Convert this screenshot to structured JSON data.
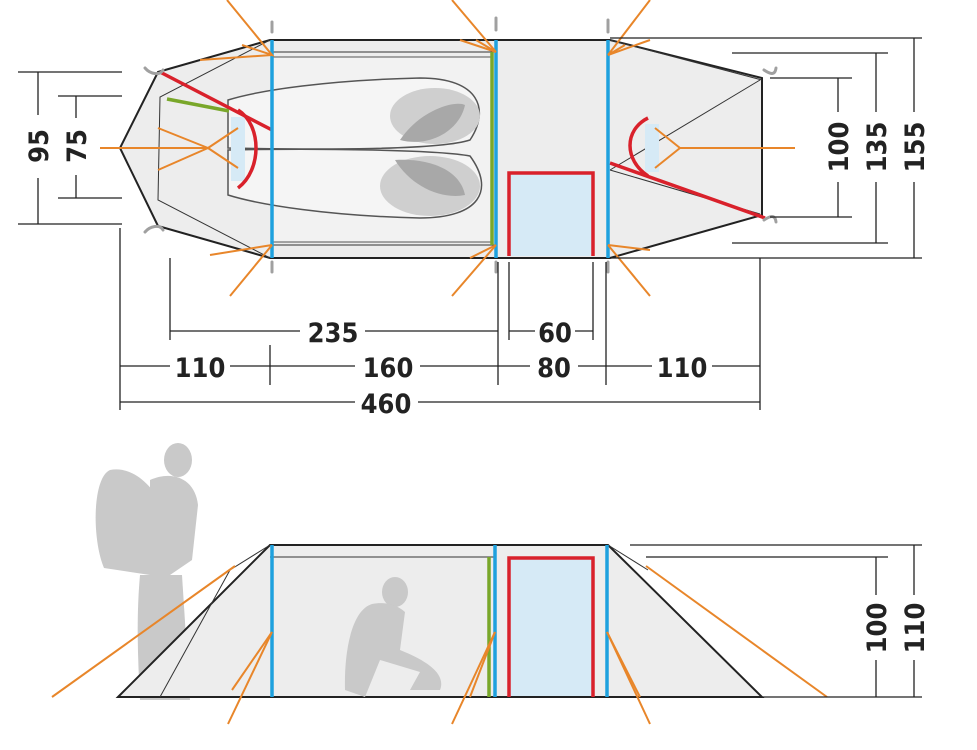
{
  "top_view": {
    "dim_235": "235",
    "dim_60": "60",
    "dim_110_left": "110",
    "dim_160": "160",
    "dim_80": "80",
    "dim_110_right": "110",
    "dim_460": "460",
    "dim_95": "95",
    "dim_75": "75",
    "dim_100": "100",
    "dim_135": "135",
    "dim_155": "155"
  },
  "side_view": {
    "dim_100": "100",
    "dim_110": "110"
  },
  "colors": {
    "tent_fill": "#ededed",
    "outline": "#222222",
    "pole_blue": "#1ea1de",
    "pole_red": "#d9212b",
    "pole_green": "#79a72a",
    "guy_line": "#e8862a",
    "door_fill": "#d6eaf6",
    "figure_gray": "#c9c9c9"
  }
}
